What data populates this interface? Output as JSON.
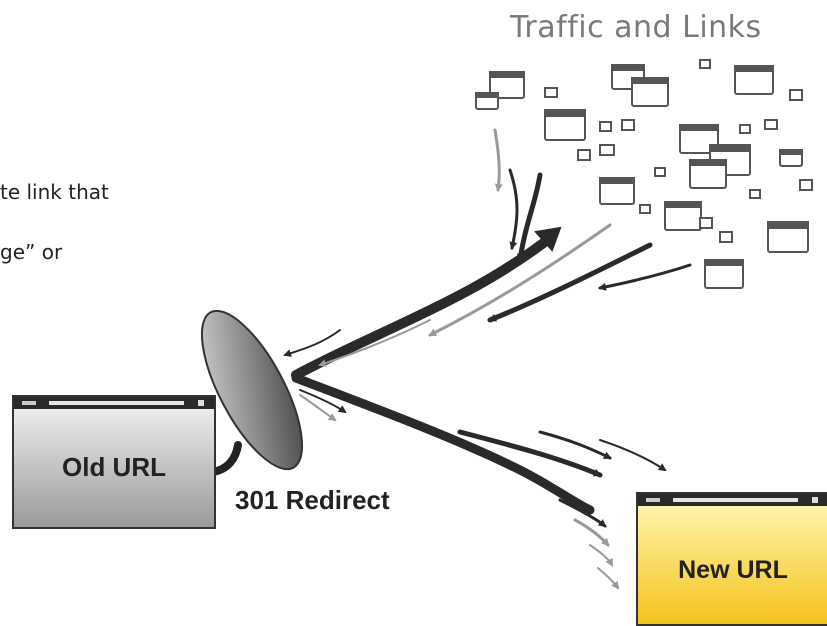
{
  "heading": "Traffic and Links",
  "text_fragments": [
    "te link that",
    "ge” or"
  ],
  "old_box": {
    "label": "Old URL"
  },
  "new_box": {
    "label": "New URL"
  },
  "redirect_label": "301 Redirect",
  "colors": {
    "new_box_top": "#fff9b8",
    "new_box_bottom": "#f5c21c",
    "old_box_top": "#f4f4f4",
    "old_box_bottom": "#9a9a9a",
    "dish": "#8a8a8a",
    "arrow_dark": "#2a2a2a",
    "arrow_light": "#9a9a9a"
  }
}
